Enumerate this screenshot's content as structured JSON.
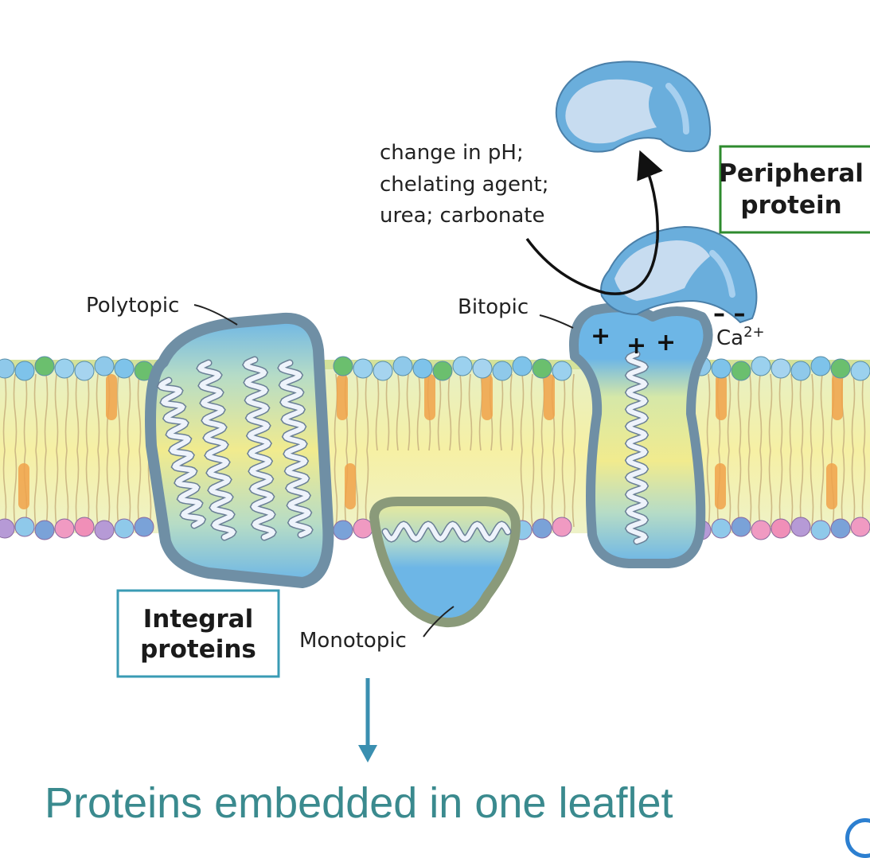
{
  "labels": {
    "polytopic": "Polytopic",
    "bitopic": "Bitopic",
    "monotopic": "Monotopic",
    "treatment_line1": "change in pH;",
    "treatment_line2": "chelating agent;",
    "treatment_line3": "urea; carbonate",
    "calcium": "Ca",
    "calcium_charge": "2+",
    "plus_sign": "+",
    "minus_signs": "– –"
  },
  "boxes": {
    "integral_line1": "Integral",
    "integral_line2": "proteins",
    "peripheral_line1": "Peripheral",
    "peripheral_line2": "protein"
  },
  "caption": "Proteins embedded in one leaflet",
  "colors": {
    "integral_box_border": "#3a9bb4",
    "peripheral_box_border": "#2e8b2e",
    "protein_blue": "#6cb4e4",
    "protein_outline": "#4a7fa8",
    "membrane_core": "#f3ec9a",
    "caption_text": "#3a8a8e",
    "arrow_color": "#3a8fb0"
  }
}
